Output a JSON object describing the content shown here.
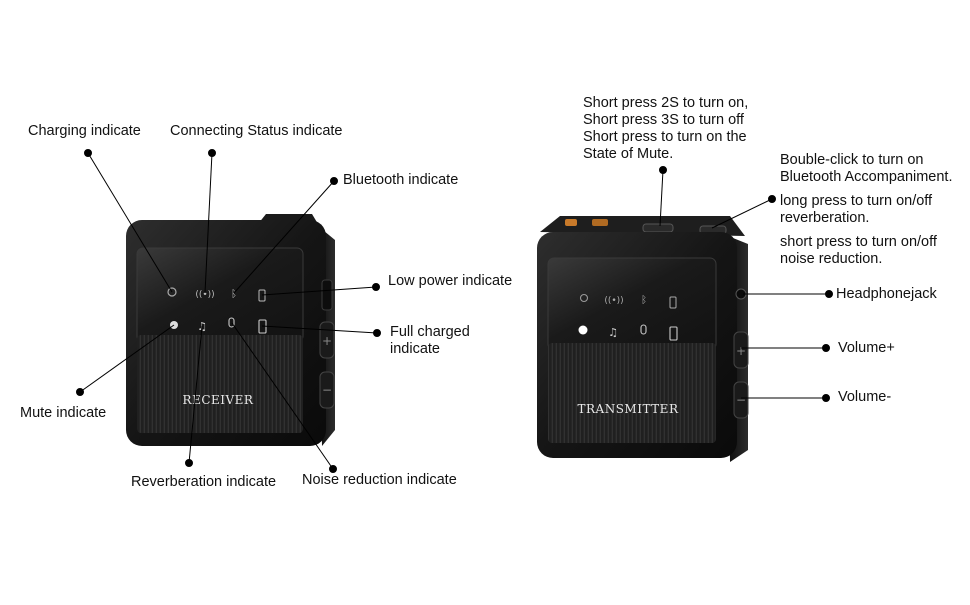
{
  "receiver": {
    "name": "RECEIVER",
    "labels": {
      "charging": "Charging indicate",
      "connecting": "Connecting Status indicate",
      "bluetooth": "Bluetooth indicate",
      "low_power": "Low power indicate",
      "full_charged_line1": "Full charged",
      "full_charged_line2": "indicate",
      "mute": "Mute indicate",
      "reverberation": "Reverberation indicate",
      "noise_reduction": "Noise reduction indicate"
    }
  },
  "transmitter": {
    "name": "TRANSMITTER",
    "power_note": [
      "Short press 2S to turn on,",
      "Short press 3S to turn off",
      "Short press to turn on the",
      "State of Mute."
    ],
    "bluetooth_note": [
      "Bouble-click to turn on",
      "Bluetooth Accompaniment."
    ],
    "reverb_note": [
      "long press to turn on/off",
      "reverberation."
    ],
    "noise_note": [
      "short press to turn on/off",
      "noise reduction."
    ],
    "labels": {
      "headphone": "Headphonejack",
      "volume_up": "Volume+",
      "volume_down": "Volume-"
    }
  },
  "colors": {
    "body": "#1c1c1c",
    "panel": "#2a2a2a",
    "accent_orange": "#c87a2a",
    "leader": "#000000"
  },
  "icons": [
    "charging-icon",
    "connection-icon",
    "bluetooth-icon",
    "battery-low-icon",
    "mute-icon",
    "music-note-icon",
    "microphone-icon",
    "battery-full-icon"
  ]
}
